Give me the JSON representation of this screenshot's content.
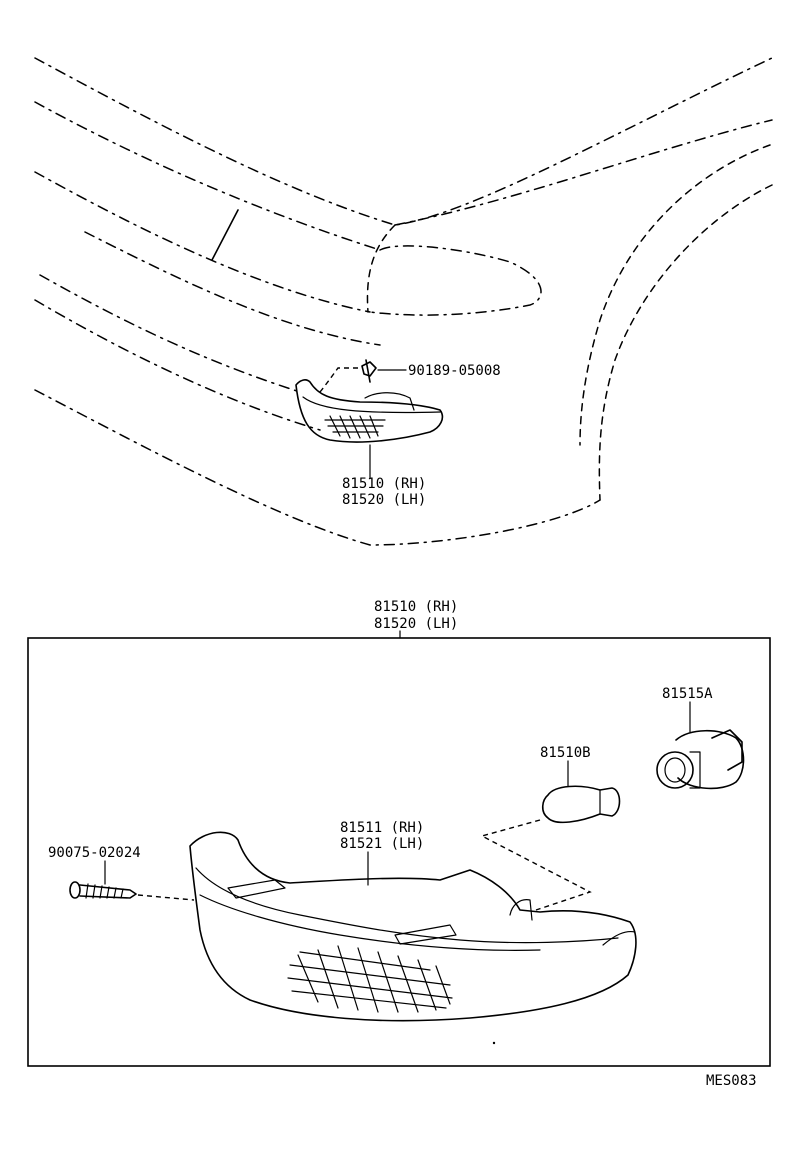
{
  "callouts": {
    "clip_part_number": "90189-05008",
    "lamp_top_rh": "81510 (RH)",
    "lamp_top_lh": "81520 (LH)",
    "assembly_rh": "81510 (RH)",
    "assembly_lh": "81520 (LH)",
    "socket_part_number": "81515A",
    "bulb_part_number": "81510B",
    "lens_rh": "81511 (RH)",
    "lens_lh": "81521 (LH)",
    "screw_part_number": "90075-02024"
  },
  "figure_code": "MES083"
}
